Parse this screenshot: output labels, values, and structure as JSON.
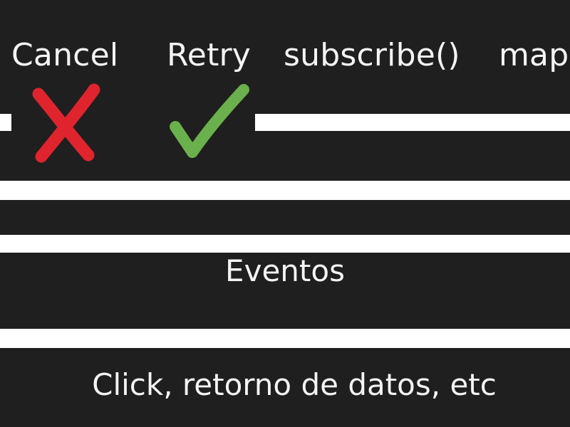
{
  "top_labels": {
    "cancel": "Cancel",
    "retry": "Retry",
    "subscribe": "subscribe()",
    "map": "map"
  },
  "marks": {
    "cancel_icon": "cross-mark-icon",
    "retry_icon": "check-mark-icon",
    "cancel_color": "#e0242e",
    "retry_color": "#6ab04c"
  },
  "sections": {
    "events_title": "Eventos",
    "events_examples": "Click, retorno de datos, etc"
  },
  "colors": {
    "background": "#1f1f1f",
    "bars": "#ffffff",
    "text": "#f4f4f4"
  }
}
